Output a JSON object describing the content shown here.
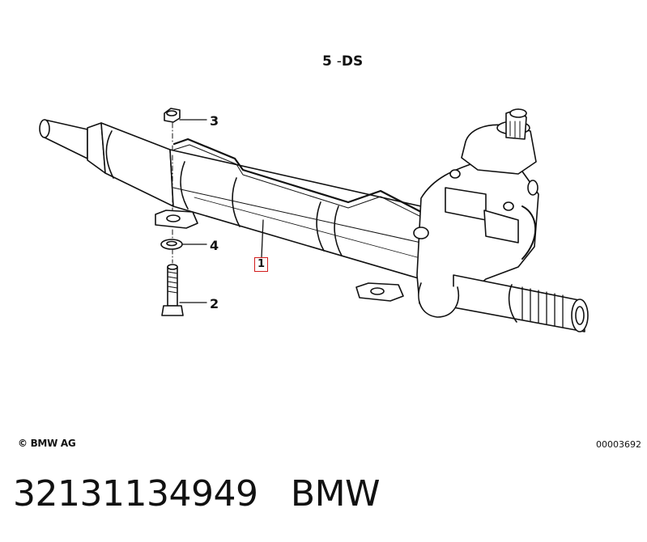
{
  "diagram": {
    "title_number": "5",
    "title_code": "DS",
    "callouts": [
      {
        "id": "3",
        "label": "3"
      },
      {
        "id": "4",
        "label": "4"
      },
      {
        "id": "2",
        "label": "2"
      },
      {
        "id": "1",
        "label": "1"
      }
    ],
    "copyright": "© BMW AG",
    "reference_code": "00003692"
  },
  "footer": {
    "part_number": "32131134949",
    "brand": "BMW"
  }
}
